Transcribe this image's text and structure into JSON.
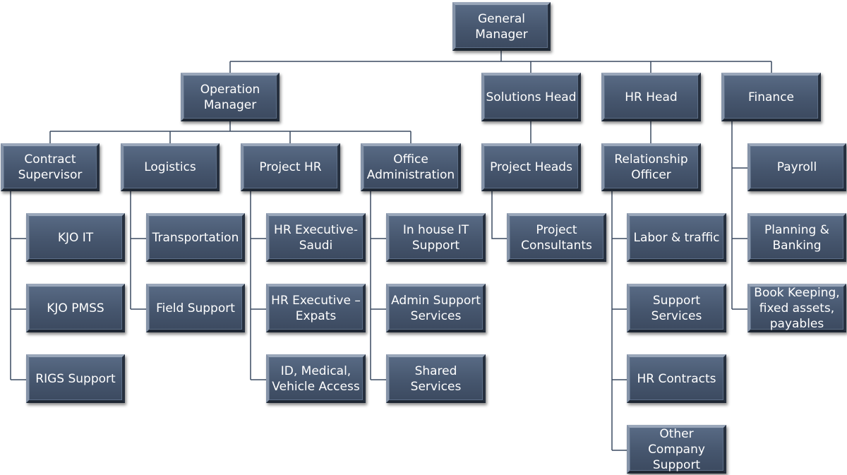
{
  "nodes": {
    "general_manager": "General Manager",
    "operation_manager": "Operation Manager",
    "solutions_head": "Solutions Head",
    "hr_head": "HR Head",
    "finance": "Finance",
    "contract_supervisor": "Contract Supervisor",
    "logistics": "Logistics",
    "project_hr": "Project HR",
    "office_administration": "Office Administration",
    "project_heads": "Project Heads",
    "relationship_officer": "Relationship Officer",
    "payroll": "Payroll",
    "kjo_it": "KJO IT",
    "kjo_pmss": "KJO PMSS",
    "rigs_support": "RIGS Support",
    "transportation": "Transportation",
    "field_support": "Field Support",
    "hr_executive_saudi": "HR Executive-Saudi",
    "hr_executive_expats": "HR Executive – Expats",
    "id_medical_vehicle_access": "ID, Medical, Vehicle Access",
    "in_house_it_support": "In house IT Support",
    "admin_support_services": "Admin Support Services",
    "shared_services": "Shared Services",
    "project_consultants": "Project Consultants",
    "labor_traffic": "Labor & traffic",
    "support_services": "Support Services",
    "hr_contracts": "HR Contracts",
    "other_company_support": "Other Company Support",
    "planning_banking": "Planning & Banking",
    "book_keeping": "Book Keeping, fixed assets, payables"
  },
  "colors": {
    "box_fill": "#46566e",
    "connector": "#3a4a60",
    "text": "#ffffff"
  }
}
